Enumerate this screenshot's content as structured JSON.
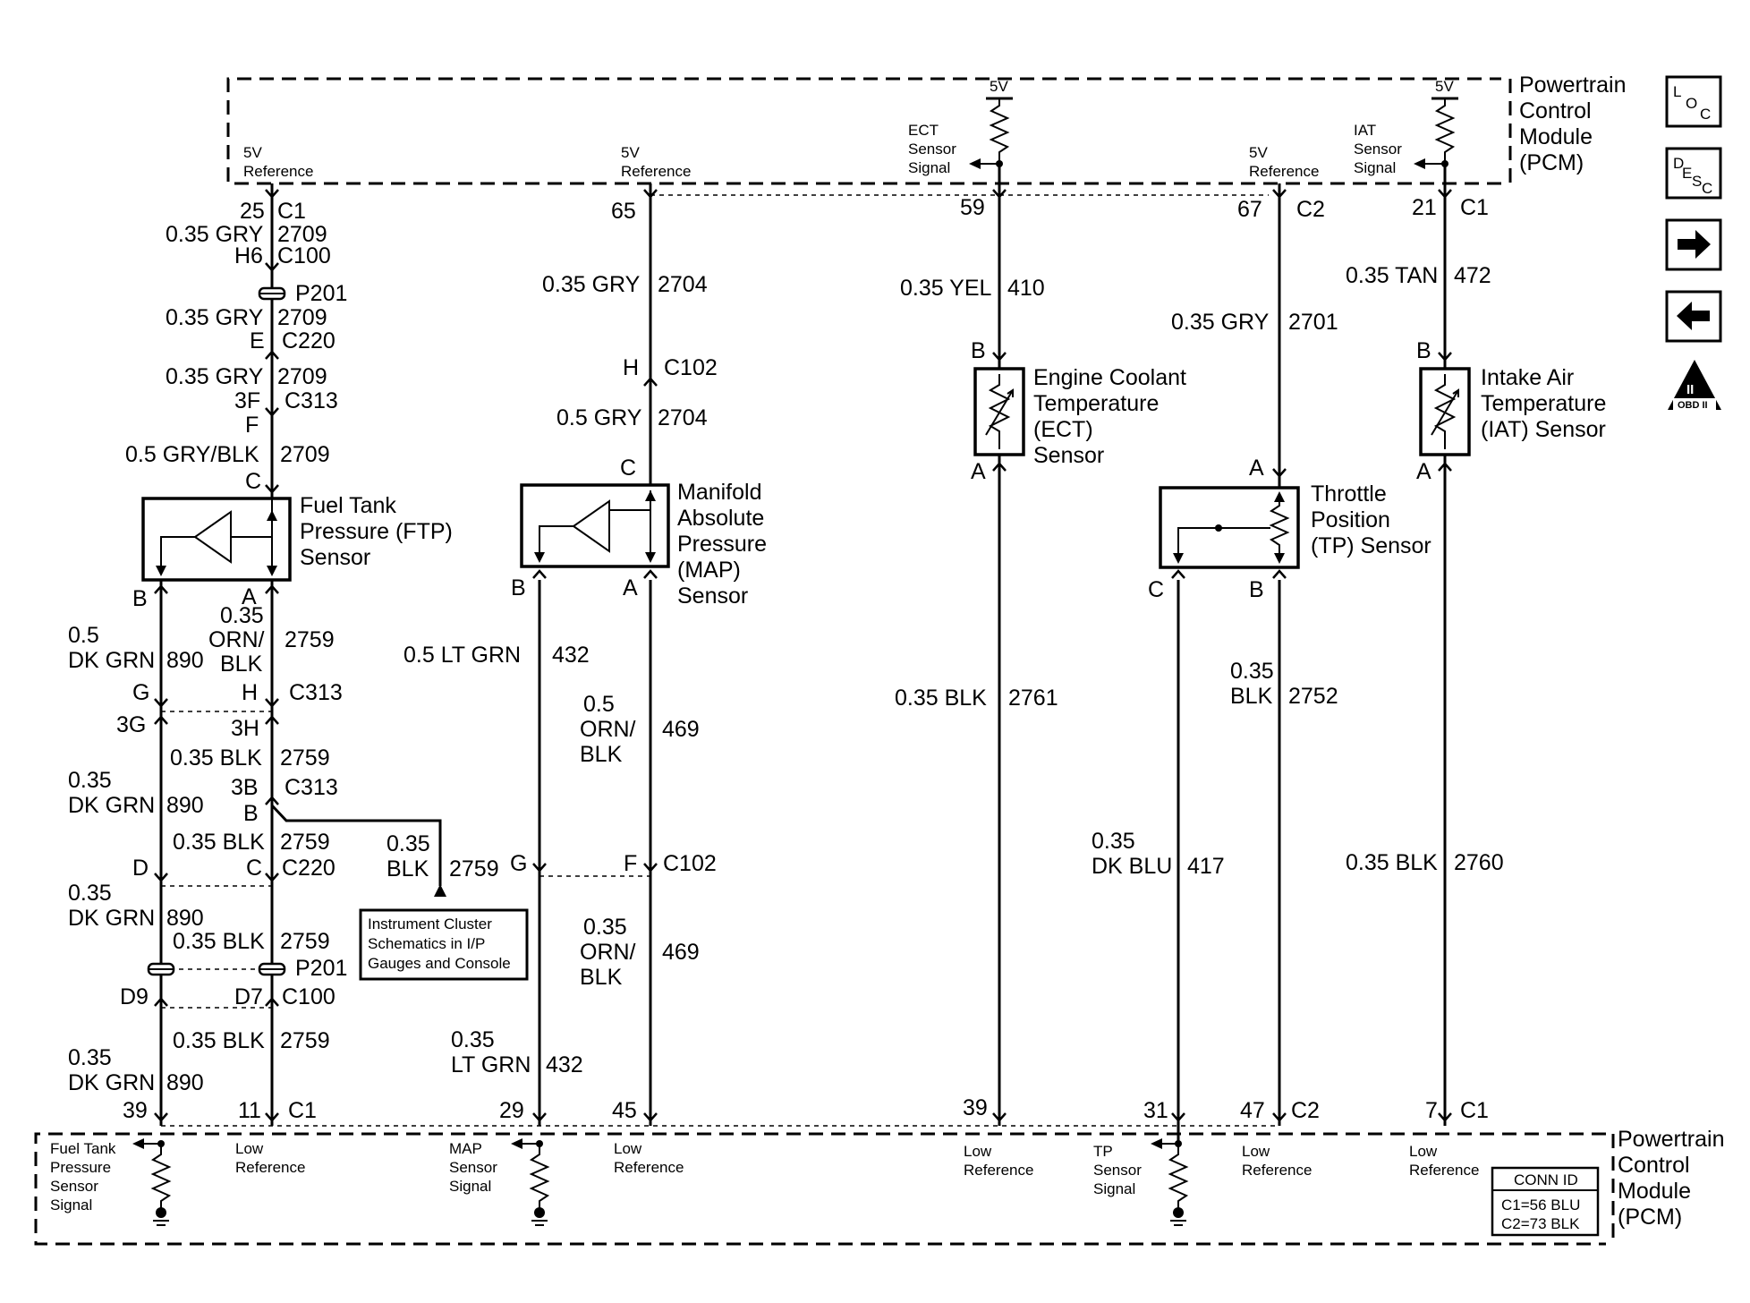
{
  "pcm_top": {
    "title": [
      "Powertrain",
      "Control",
      "Module",
      "(PCM)"
    ],
    "ref_ftp": [
      "5V",
      "Reference"
    ],
    "ref_map": [
      "5V",
      "Reference"
    ],
    "v5_ect": "5V",
    "ect_signal": [
      "ECT",
      "Sensor",
      "Signal"
    ],
    "ref_tp": [
      "5V",
      "Reference"
    ],
    "v5_iat": "5V",
    "iat_signal": [
      "IAT",
      "Sensor",
      "Signal"
    ]
  },
  "pcm_bottom": {
    "title": [
      "Powertrain",
      "Control",
      "Module",
      "(PCM)"
    ],
    "ftp_signal": [
      "Fuel Tank",
      "Pressure",
      "Sensor",
      "Signal"
    ],
    "low_ref_1": [
      "Low",
      "Reference"
    ],
    "map_signal": [
      "MAP",
      "Sensor",
      "Signal"
    ],
    "low_ref_2": [
      "Low",
      "Reference"
    ],
    "low_ref_3": [
      "Low",
      "Reference"
    ],
    "tp_signal": [
      "TP",
      "Sensor",
      "Signal"
    ],
    "low_ref_4": [
      "Low",
      "Reference"
    ],
    "low_ref_5": [
      "Low",
      "Reference"
    ],
    "conn_id": {
      "title": "CONN ID",
      "c1": "C1=56 BLU",
      "c2": "C2=73 BLK"
    }
  },
  "side_icons": {
    "loc": {
      "l": "L",
      "o": "O",
      "c": "C"
    },
    "desc": {
      "d": "D",
      "e": "E",
      "s": "S",
      "c": "C"
    },
    "obd": {
      "label": "OBD II",
      "roman": "II"
    }
  },
  "components": {
    "ftp": [
      "Fuel Tank",
      "Pressure (FTP)",
      "Sensor"
    ],
    "map": [
      "Manifold",
      "Absolute",
      "Pressure",
      "(MAP)",
      "Sensor"
    ],
    "ect": [
      "Engine Coolant",
      "Temperature",
      "(ECT)",
      "Sensor"
    ],
    "tp": [
      "Throttle",
      "Position",
      "(TP) Sensor"
    ],
    "iat": [
      "Intake Air",
      "Temperature",
      "(IAT) Sensor"
    ],
    "instrument_cluster": [
      "Instrument Cluster",
      "Schematics in I/P",
      "Gauges and Console"
    ]
  },
  "labels": {
    "c1_25": "25",
    "c1_a": "C1",
    "w_0_35gry_1": "0.35 GRY",
    "c2709_1": "2709",
    "h6": "H6",
    "c100_1": "C100",
    "p201_1": "P201",
    "w_0_35gry_2": "0.35 GRY",
    "c2709_2": "2709",
    "e": "E",
    "c220_1": "C220",
    "w_0_35gry_3": "0.35 GRY",
    "c2709_3": "2709",
    "p3f": "3F",
    "c313_1": "C313",
    "f": "F",
    "w_0_5gryblk": "0.5 GRY/BLK",
    "c2709_4": "2709",
    "c_ftp": "C",
    "b_ftp": "B",
    "a_ftp": "A",
    "w_0_5": "0.5",
    "dkgrn_1": "DK GRN",
    "c890_1": "890",
    "w_0_35_a": "0.35",
    "orn_a": "ORN/",
    "blk_a": "BLK",
    "c2759_1": "2759",
    "g_1": "G",
    "h_1": "H",
    "c313_2": "C313",
    "p3g": "3G",
    "p3h": "3H",
    "w_0_35blk_1": "0.35 BLK",
    "c2759_2": "2759",
    "w_0_35_b": "0.35",
    "dkgrn_2": "DK GRN",
    "c890_2": "890",
    "p3b": "3B",
    "c313_3": "C313",
    "b_2": "B",
    "w_0_35blk_2": "0.35 BLK",
    "c2759_3": "2759",
    "w_0_35_ic": "0.35",
    "blk_ic": "BLK",
    "c2759_ic": "2759",
    "d_1": "D",
    "c_1": "C",
    "c220_2": "C220",
    "w_0_35_c": "0.35",
    "dkgrn_3": "DK GRN",
    "c890_3": "890",
    "w_0_35blk_3": "0.35 BLK",
    "c2759_4": "2759",
    "p201_2": "P201",
    "d9": "D9",
    "d7": "D7",
    "c100_2": "C100",
    "w_0_35blk_4": "0.35 BLK",
    "c2759_5": "2759",
    "w_0_35_d": "0.35",
    "dkgrn_4": "DK GRN",
    "c890_4": "890",
    "p39": "39",
    "p11": "11",
    "c1_b": "C1",
    "p65": "65",
    "w_0_35gry_map": "0.35 GRY",
    "c2704_1": "2704",
    "h_c102": "H",
    "c102_1": "C102",
    "w_0_5gry": "0.5 GRY",
    "c2704_2": "2704",
    "c_map": "C",
    "b_map": "B",
    "a_map": "A",
    "w_0_5ltgrn": "0.5 LT GRN",
    "c432_1": "432",
    "w_0_5_m": "0.5",
    "orn_m": "ORN/",
    "blk_m": "BLK",
    "c469_1": "469",
    "g_c102": "G",
    "f_c102": "F",
    "c102_2": "C102",
    "w_0_35_m2": "0.35",
    "orn_m2": "ORN/",
    "blk_m2": "BLK",
    "c469_2": "469",
    "w_0_35_lg": "0.35",
    "ltgrn_2": "LT GRN",
    "c432_2": "432",
    "p29": "29",
    "p45": "45",
    "p59": "59",
    "w_0_35yel": "0.35 YEL",
    "c410": "410",
    "b_ect": "B",
    "a_ect": "A",
    "w_0_35blk_ect": "0.35 BLK",
    "c2761": "2761",
    "p39b": "39",
    "p67": "67",
    "c2_a": "C2",
    "w_0_35gry_tp": "0.35 GRY",
    "c2701": "2701",
    "a_tp": "A",
    "c_tp": "C",
    "b_tp": "B",
    "w_0_35_tpb": "0.35",
    "blk_tpb": "BLK",
    "c2752": "2752",
    "w_0_35_tpd": "0.35",
    "dkblu": "DK BLU",
    "c417": "417",
    "p31": "31",
    "p47": "47",
    "c2_b": "C2",
    "p21": "21",
    "c1_c": "C1",
    "w_0_35tan": "0.35 TAN",
    "c472": "472",
    "b_iat": "B",
    "a_iat": "A",
    "w_0_35blk_iat": "0.35 BLK",
    "c2760": "2760",
    "p7": "7",
    "c1_d": "C1"
  }
}
